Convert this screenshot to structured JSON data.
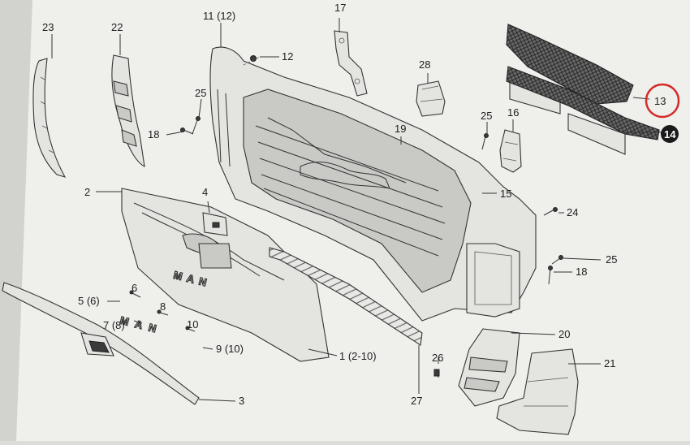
{
  "callouts": {
    "c1": "1 (2-10)",
    "c2": "2",
    "c3": "3",
    "c4": "4",
    "c5": "5 (6)",
    "c6": "6",
    "c7": "7 (8)",
    "c8": "8",
    "c9": "9 (10)",
    "c10": "10",
    "c11": "11 (12)",
    "c12": "12",
    "c13": "13",
    "c14": "14",
    "c15": "15",
    "c16": "16",
    "c17": "17",
    "c18a": "18",
    "c18b": "18",
    "c19": "19",
    "c20": "20",
    "c21": "21",
    "c22": "22",
    "c23": "23",
    "c24": "24",
    "c25a": "25",
    "c25b": "25",
    "c25c": "25",
    "c26": "26",
    "c27": "27",
    "c28": "28"
  },
  "logo_text": "MAN",
  "colors": {
    "paper": "#efefec",
    "highlight_circle": "#d42a2a",
    "badge": "#1a1a1a"
  }
}
